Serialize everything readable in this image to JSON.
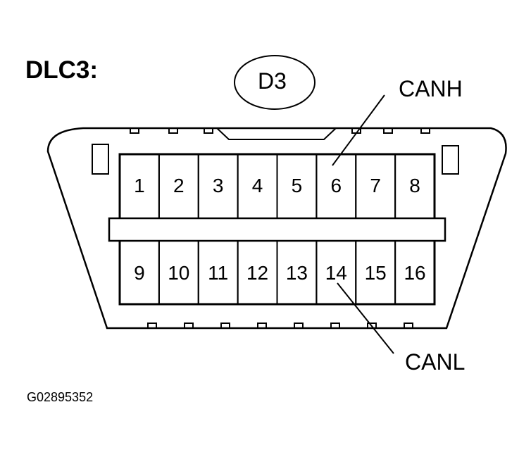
{
  "title": "DLC3:",
  "connector_code": "D3",
  "signals": {
    "high": {
      "label": "CANH",
      "pin": "6"
    },
    "low": {
      "label": "CANL",
      "pin": "14"
    }
  },
  "pins_top": [
    "1",
    "2",
    "3",
    "4",
    "5",
    "6",
    "7",
    "8"
  ],
  "pins_bottom": [
    "9",
    "10",
    "11",
    "12",
    "13",
    "14",
    "15",
    "16"
  ],
  "figure_id": "G02895352",
  "colors": {
    "line": "#000000",
    "background": "#ffffff"
  }
}
